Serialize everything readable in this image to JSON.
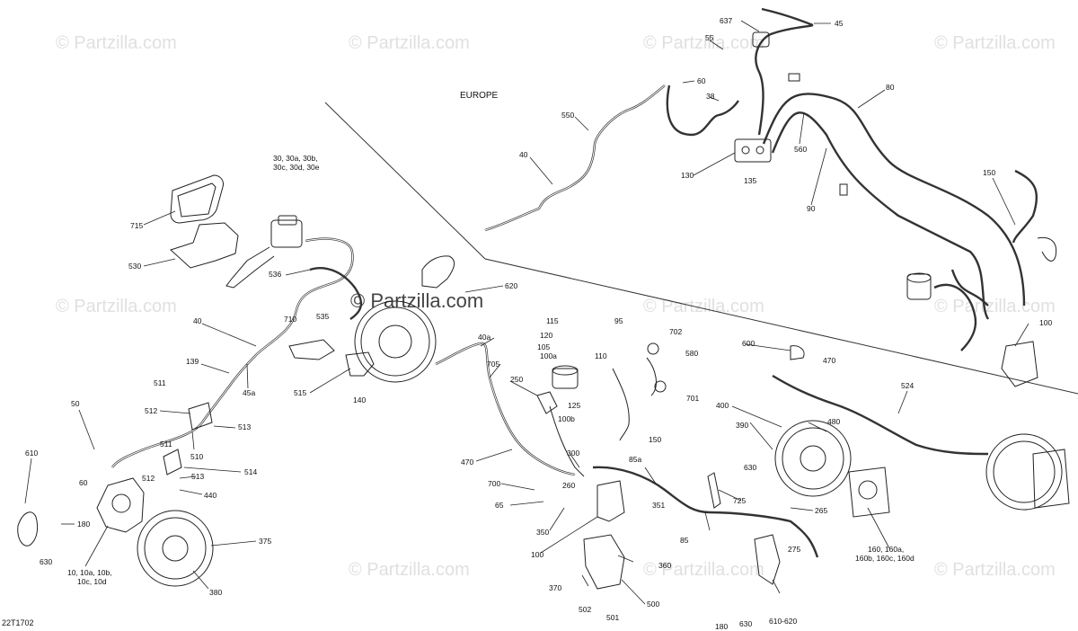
{
  "watermark": "© Partzilla.com",
  "region_label": "EUROPE",
  "diagram_code": "22T1702",
  "callouts": [
    {
      "id": "c637",
      "text": "637"
    },
    {
      "id": "c45",
      "text": "45"
    },
    {
      "id": "c55",
      "text": "55"
    },
    {
      "id": "c60a",
      "text": "60"
    },
    {
      "id": "c38",
      "text": "38"
    },
    {
      "id": "c80",
      "text": "80"
    },
    {
      "id": "c550",
      "text": "550"
    },
    {
      "id": "c40a",
      "text": "40"
    },
    {
      "id": "c130",
      "text": "130"
    },
    {
      "id": "c135",
      "text": "135"
    },
    {
      "id": "c560",
      "text": "560"
    },
    {
      "id": "c90",
      "text": "90"
    },
    {
      "id": "c150a",
      "text": "150"
    },
    {
      "id": "c100a",
      "text": "100"
    },
    {
      "id": "c30l1",
      "text": "30, 30a, 30b,"
    },
    {
      "id": "c30l2",
      "text": "30c, 30d, 30e"
    },
    {
      "id": "c715",
      "text": "715"
    },
    {
      "id": "c530",
      "text": "530"
    },
    {
      "id": "c536",
      "text": "536"
    },
    {
      "id": "c620",
      "text": "620"
    },
    {
      "id": "c710",
      "text": "710"
    },
    {
      "id": "c535",
      "text": "535"
    },
    {
      "id": "c40b",
      "text": "40"
    },
    {
      "id": "c139",
      "text": "139"
    },
    {
      "id": "c45a",
      "text": "45a"
    },
    {
      "id": "c515",
      "text": "515"
    },
    {
      "id": "c140",
      "text": "140"
    },
    {
      "id": "c511a",
      "text": "511"
    },
    {
      "id": "c512a",
      "text": "512"
    },
    {
      "id": "c513a",
      "text": "513"
    },
    {
      "id": "c510",
      "text": "510"
    },
    {
      "id": "c511b",
      "text": "511"
    },
    {
      "id": "c512b",
      "text": "512"
    },
    {
      "id": "c513b",
      "text": "513"
    },
    {
      "id": "c514",
      "text": "514"
    },
    {
      "id": "c440",
      "text": "440"
    },
    {
      "id": "c50",
      "text": "50"
    },
    {
      "id": "c60b",
      "text": "60"
    },
    {
      "id": "c610a",
      "text": "610"
    },
    {
      "id": "c180a",
      "text": "180"
    },
    {
      "id": "c630a",
      "text": "630"
    },
    {
      "id": "c10l1",
      "text": "10, 10a, 10b,"
    },
    {
      "id": "c10l2",
      "text": "10c, 10d"
    },
    {
      "id": "c375",
      "text": "375"
    },
    {
      "id": "c380",
      "text": "380"
    },
    {
      "id": "c115",
      "text": "115"
    },
    {
      "id": "c120",
      "text": "120"
    },
    {
      "id": "c105",
      "text": "105"
    },
    {
      "id": "c100a2",
      "text": "100a"
    },
    {
      "id": "c110",
      "text": "110"
    },
    {
      "id": "c95",
      "text": "95"
    },
    {
      "id": "c702",
      "text": "702"
    },
    {
      "id": "c580",
      "text": "580"
    },
    {
      "id": "c701",
      "text": "701"
    },
    {
      "id": "c40a2",
      "text": "40a"
    },
    {
      "id": "c705",
      "text": "705"
    },
    {
      "id": "c250",
      "text": "250"
    },
    {
      "id": "c125",
      "text": "125"
    },
    {
      "id": "c100b",
      "text": "100b"
    },
    {
      "id": "c150b",
      "text": "150"
    },
    {
      "id": "c470a",
      "text": "470"
    },
    {
      "id": "c300",
      "text": "300"
    },
    {
      "id": "c700",
      "text": "700"
    },
    {
      "id": "c260",
      "text": "260"
    },
    {
      "id": "c65",
      "text": "65"
    },
    {
      "id": "c350",
      "text": "350"
    },
    {
      "id": "c85a",
      "text": "85a"
    },
    {
      "id": "c351",
      "text": "351"
    },
    {
      "id": "c725",
      "text": "725"
    },
    {
      "id": "c100c",
      "text": "100"
    },
    {
      "id": "c85",
      "text": "85"
    },
    {
      "id": "c360",
      "text": "360"
    },
    {
      "id": "c370",
      "text": "370"
    },
    {
      "id": "c502",
      "text": "502"
    },
    {
      "id": "c500",
      "text": "500"
    },
    {
      "id": "c501",
      "text": "501"
    },
    {
      "id": "c600",
      "text": "600"
    },
    {
      "id": "c470b",
      "text": "470"
    },
    {
      "id": "c524",
      "text": "524"
    },
    {
      "id": "c400",
      "text": "400"
    },
    {
      "id": "c480",
      "text": "480"
    },
    {
      "id": "c390",
      "text": "390"
    },
    {
      "id": "c265",
      "text": "265"
    },
    {
      "id": "c630b",
      "text": "630"
    },
    {
      "id": "c275",
      "text": "275"
    },
    {
      "id": "c180b",
      "text": "180"
    },
    {
      "id": "c630c",
      "text": "630"
    },
    {
      "id": "c610b",
      "text": "610-620"
    },
    {
      "id": "c160l1",
      "text": "160, 160a,"
    },
    {
      "id": "c160l2",
      "text": "160b, 160c, 160d"
    }
  ],
  "colors": {
    "line": "#222222",
    "watermark": "#e0e0e0",
    "background": "#ffffff"
  }
}
